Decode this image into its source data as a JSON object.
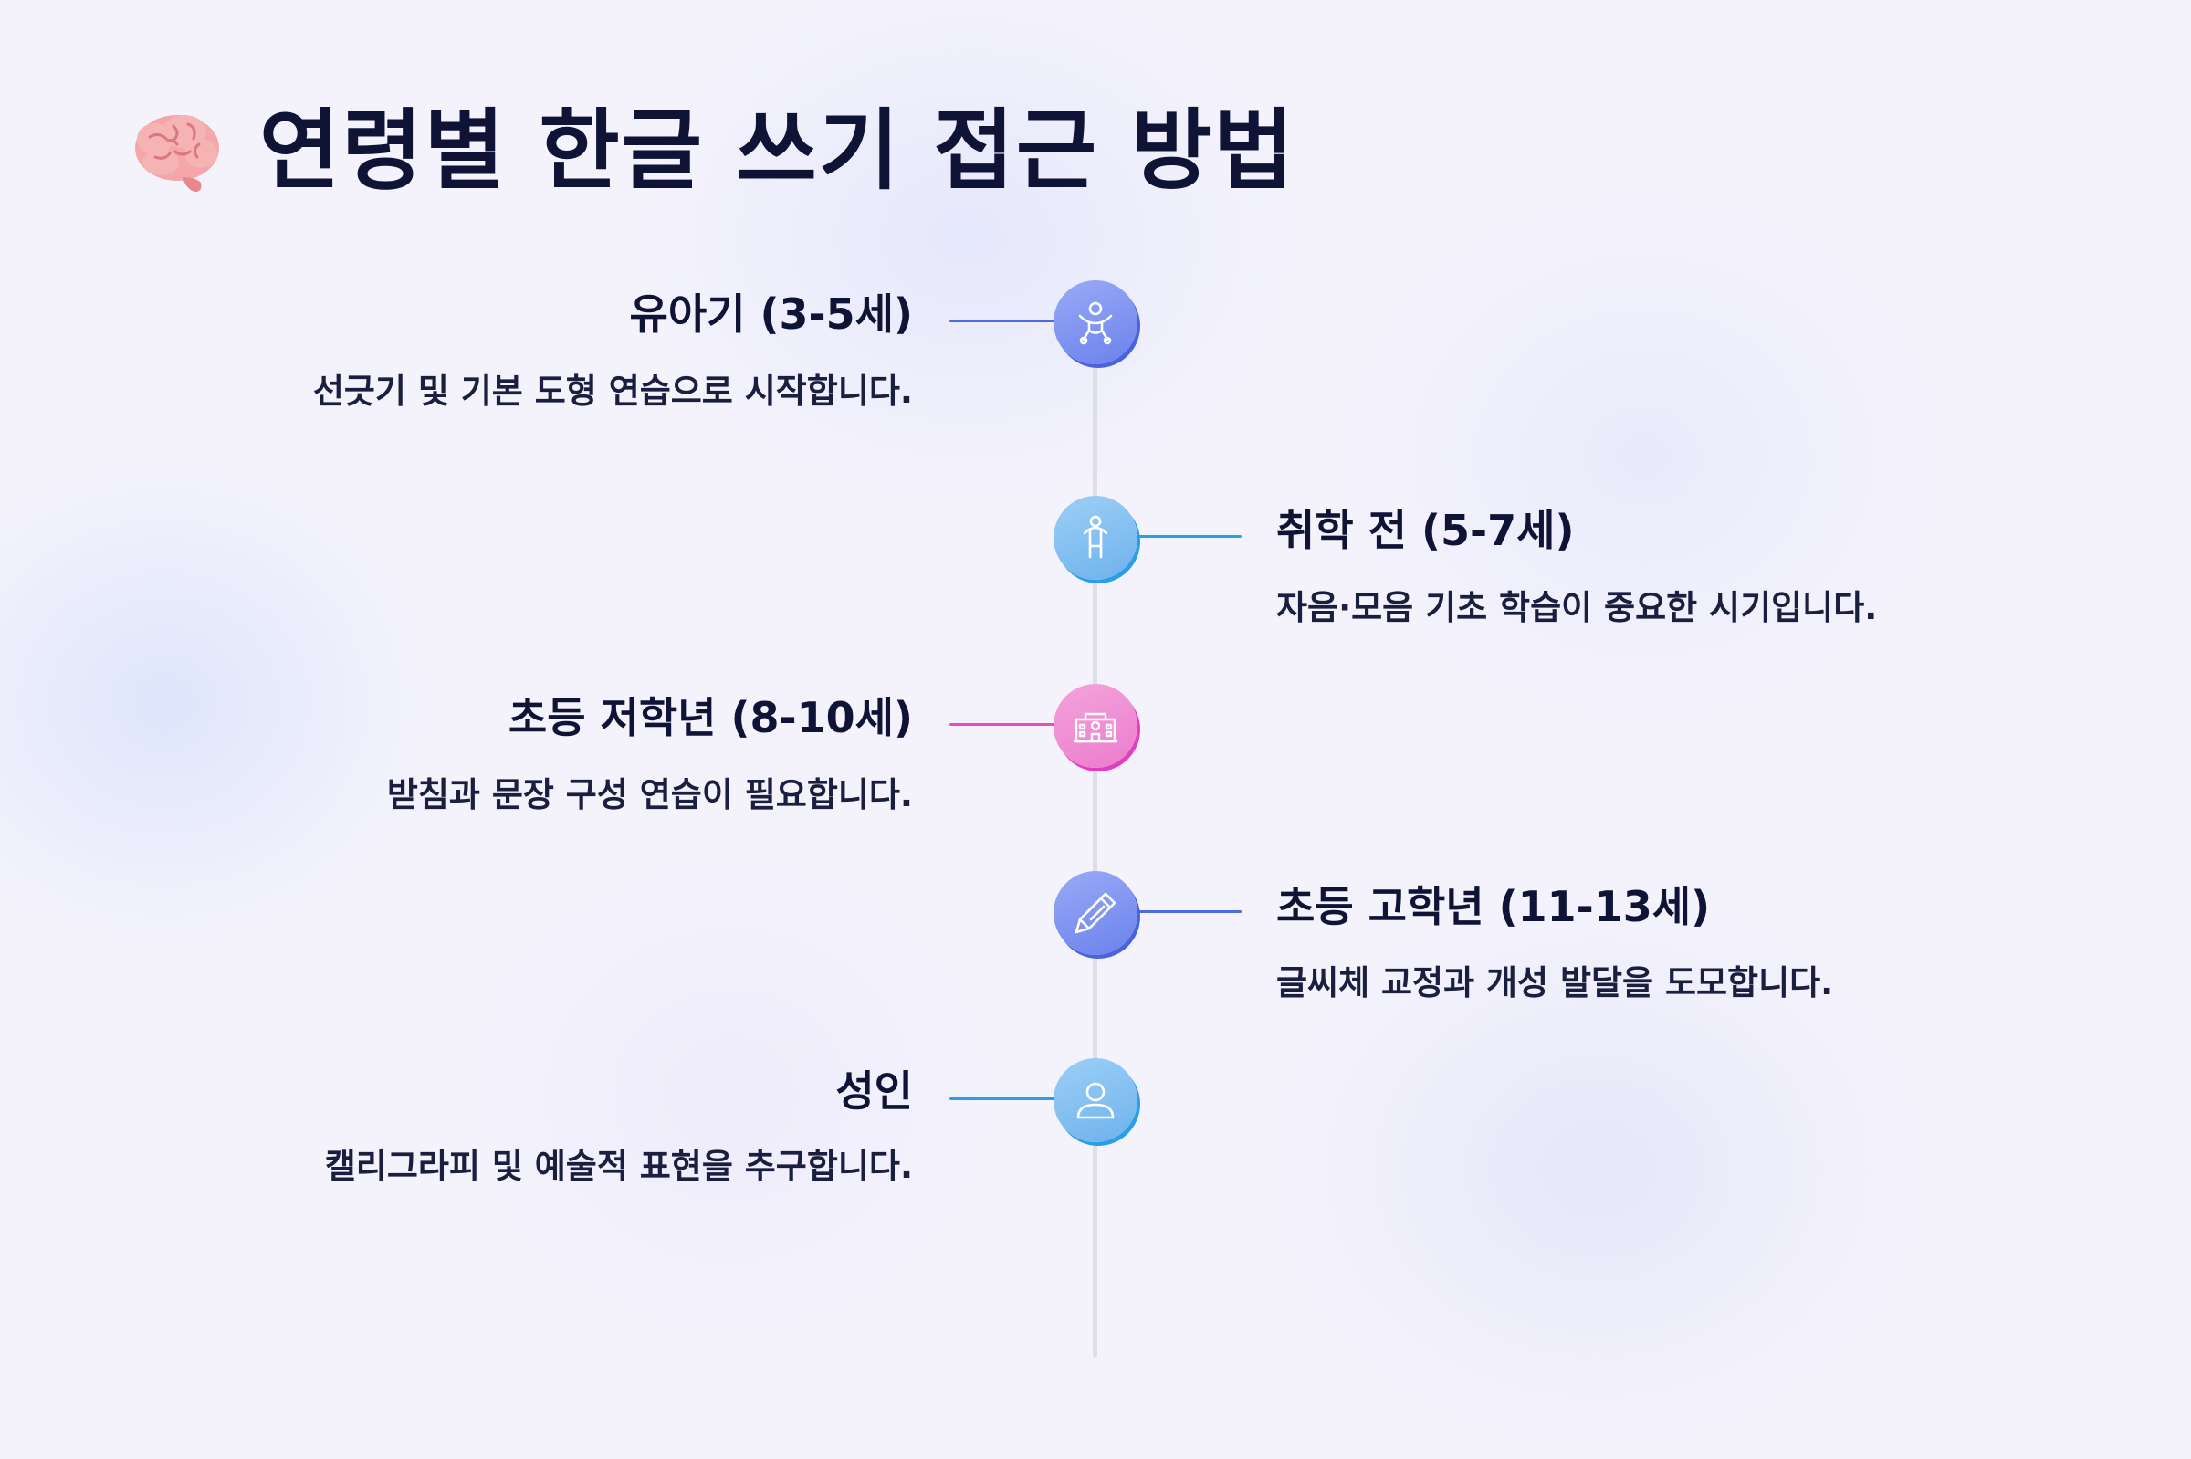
{
  "header": {
    "title": "연령별 한글 쓰기 접근 방법",
    "icon": "brain-icon"
  },
  "timeline": {
    "stages": [
      {
        "title": "유아기 (3-5세)",
        "description": "선긋기 및 기본 도형 연습으로 시작합니다.",
        "icon": "baby-icon",
        "side": "left",
        "color": "#4f6ae0"
      },
      {
        "title": "취학 전 (5-7세)",
        "description": "자음·모음 기초 학습이 중요한 시기입니다.",
        "icon": "child-icon",
        "side": "right",
        "color": "#2a9ee6"
      },
      {
        "title": "초등 저학년 (8-10세)",
        "description": "받침과 문장 구성 연습이 필요합니다.",
        "icon": "school-icon",
        "side": "left",
        "color": "#e94bc8"
      },
      {
        "title": "초등 고학년 (11-13세)",
        "description": "글씨체 교정과 개성 발달을 도모합니다.",
        "icon": "pencil-icon",
        "side": "right",
        "color": "#4f6ae0"
      },
      {
        "title": "성인",
        "description": "캘리그라피 및 예술적 표현을 추구합니다.",
        "icon": "user-icon",
        "side": "left",
        "color": "#2a9ee6"
      }
    ]
  }
}
